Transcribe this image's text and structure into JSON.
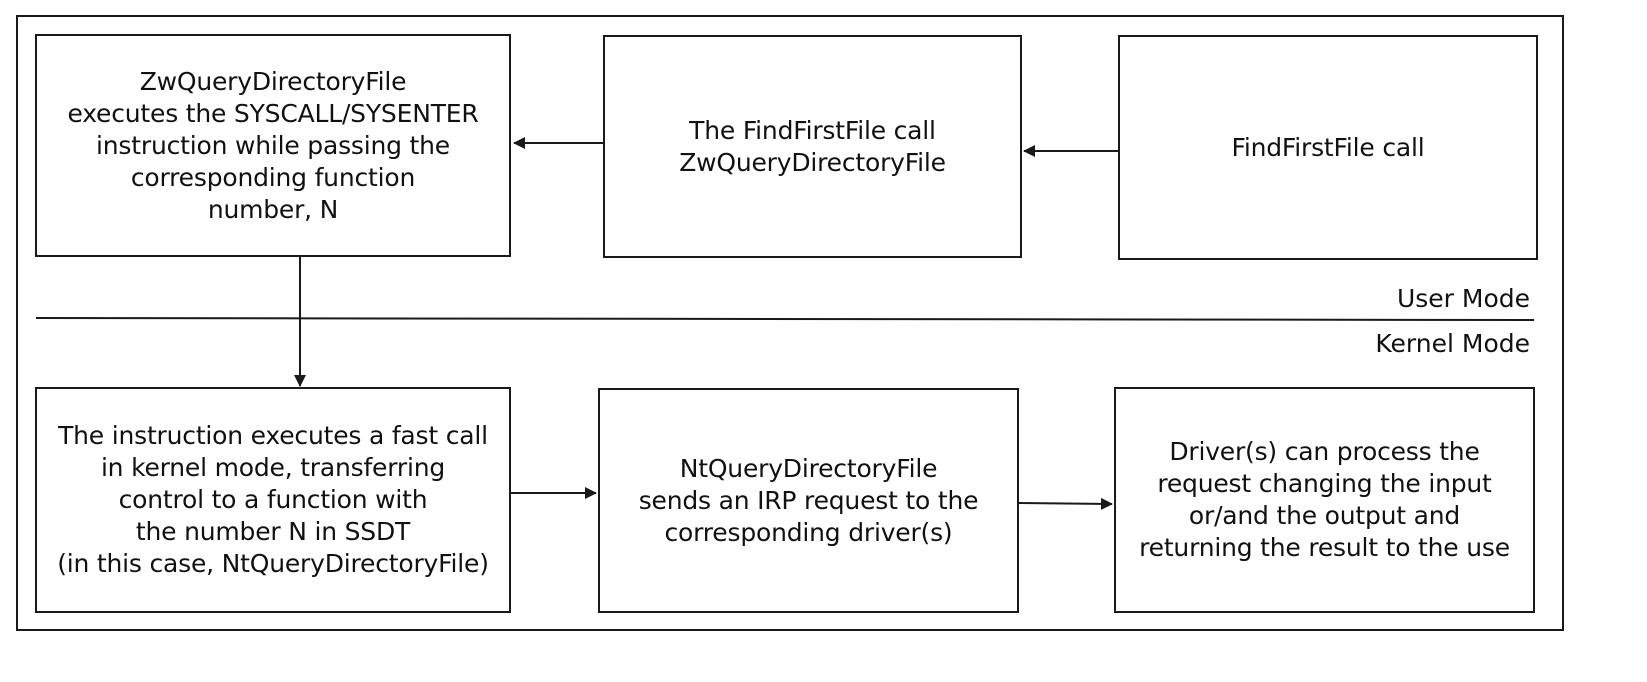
{
  "boxes": {
    "find_first_file_call": {
      "lines": [
        "FindFirstFile call"
      ]
    },
    "find_first_file_calls_zw": {
      "lines": [
        "The FindFirstFile call",
        "ZwQueryDirectoryFile"
      ]
    },
    "zw_syscall": {
      "lines": [
        "ZwQueryDirectoryFile",
        "executes the SYSCALL/SYSENTER",
        "instruction while passing the",
        "corresponding function",
        "number, N"
      ]
    },
    "fast_call": {
      "lines": [
        "The instruction executes a fast call",
        "in kernel mode, transferring",
        "control to a function with",
        "the number N in SSDT",
        "(in this case, NtQueryDirectoryFile)"
      ]
    },
    "nt_irp": {
      "lines": [
        "NtQueryDirectoryFile",
        "sends an IRP request to the",
        "corresponding driver(s)"
      ]
    },
    "driver_process": {
      "lines": [
        "Driver(s) can process the",
        "request changing the input",
        "or/and the output and",
        "returning the result to the use"
      ]
    }
  },
  "labels": {
    "user_mode": "User Mode",
    "kernel_mode": "Kernel Mode"
  }
}
